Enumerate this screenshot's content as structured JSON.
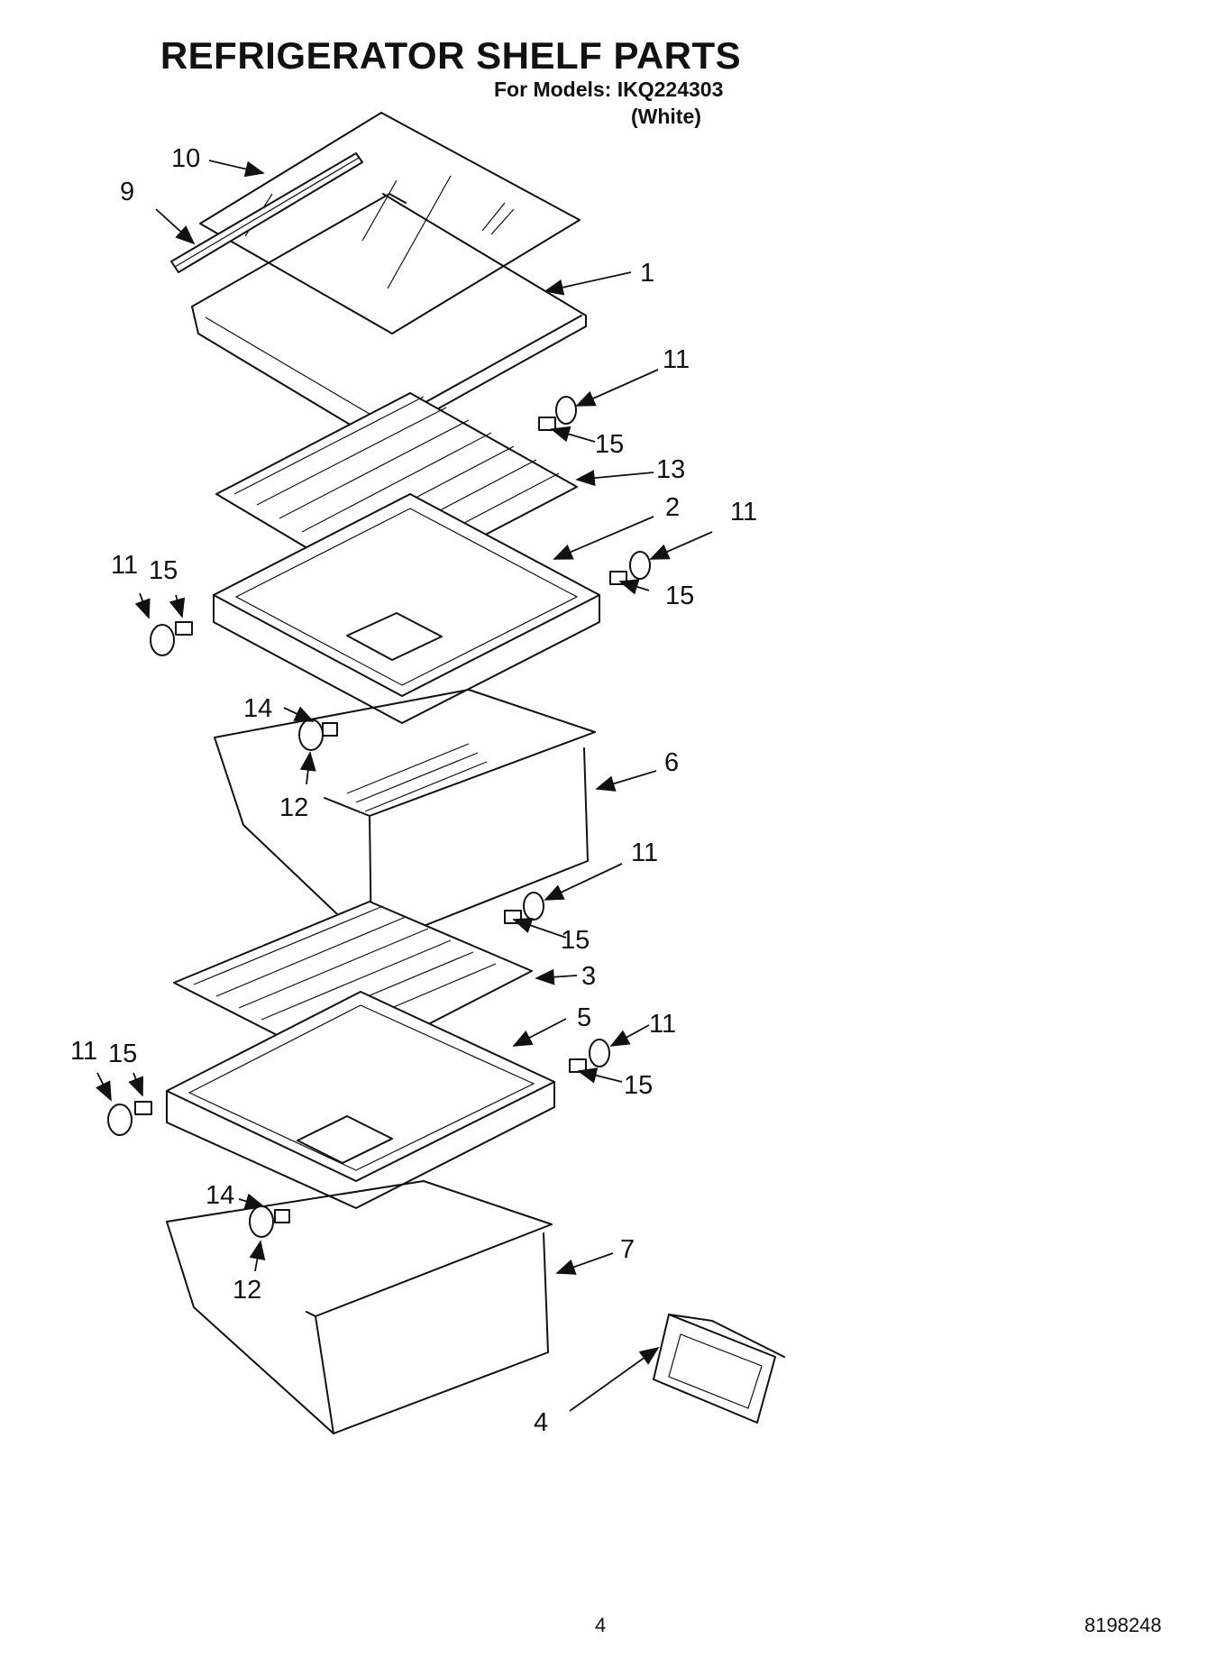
{
  "header": {
    "title": "REFRIGERATOR SHELF PARTS",
    "subtitle": "For Models: IKQ224303",
    "color_note": "(White)"
  },
  "callouts": {
    "c1": "1",
    "c2": "2",
    "c3": "3",
    "c4": "4",
    "c5": "5",
    "c6": "6",
    "c7": "7",
    "c9": "9",
    "c10": "10",
    "c11a": "11",
    "c11b": "11",
    "c11c": "11",
    "c11d": "11",
    "c11e": "11",
    "c11f": "11",
    "c12a": "12",
    "c12b": "12",
    "c13": "13",
    "c14a": "14",
    "c14b": "14",
    "c15a": "15",
    "c15b": "15",
    "c15c": "15",
    "c15d": "15",
    "c15e": "15",
    "c15f": "15"
  },
  "footer": {
    "page_number": "4",
    "doc_number": "8198248"
  }
}
